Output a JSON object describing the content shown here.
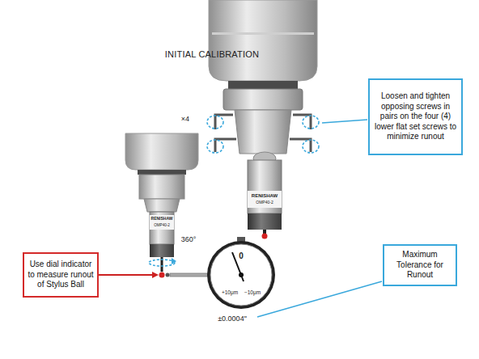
{
  "diagram": {
    "title": "INITIAL CALIBRATION",
    "nodes": [
      {
        "text": [
          "Loosen and tighten opposing screws in pairs on the four (4) lower flat set screws to minimize runout"
        ]
      },
      {
        "text": [
          "Use dial indicator to measure runout of Stylus Ball"
        ]
      },
      {
        "text": [
          "Maximum Tolerance for Runout"
        ]
      }
    ],
    "labels": [
      "×4",
      "RENISHAW",
      "OMP40-2",
      "RENISHAW",
      "OMP40-2",
      "360°",
      "0",
      "+10μm",
      "−10μm",
      "±0.0004\""
    ]
  }
}
